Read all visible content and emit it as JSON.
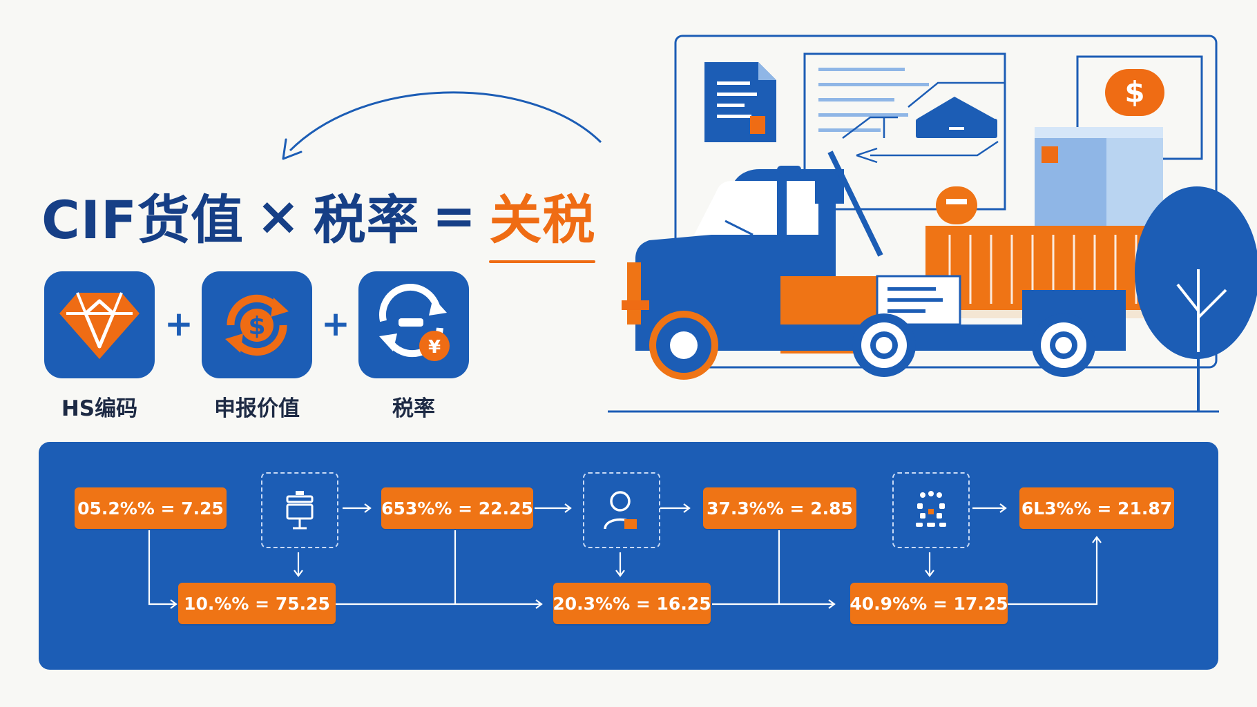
{
  "title": {
    "cif_value": "CIF货值",
    "times": "×",
    "tax_rate": "税率",
    "equals": "=",
    "result": "关税"
  },
  "factors": [
    {
      "label": "HS编码",
      "icon": "diamond-icon"
    },
    {
      "label": "申报价值",
      "icon": "dollar-cycle-icon"
    },
    {
      "label": "税率",
      "icon": "exchange-yen-icon"
    }
  ],
  "plus_sign": "+",
  "illustration": {
    "coin_symbol": "$"
  },
  "calc_boxes": [
    {
      "text": "05.2%% = 7.25"
    },
    {
      "text": "653%% = 22.25"
    },
    {
      "text": "37.3%% = 2.85"
    },
    {
      "text": "6L3%% = 21.87"
    },
    {
      "text": "10.%% = 75.25"
    },
    {
      "text": "20.3%% = 16.25"
    },
    {
      "text": "40.9%% = 17.25"
    }
  ],
  "step_icons": [
    "scale-icon",
    "person-icon",
    "people-group-icon"
  ],
  "colors": {
    "blue": "#1c5db5",
    "navy": "#163f86",
    "orange": "#ef7415",
    "light_blue": "#bcd6f2"
  }
}
